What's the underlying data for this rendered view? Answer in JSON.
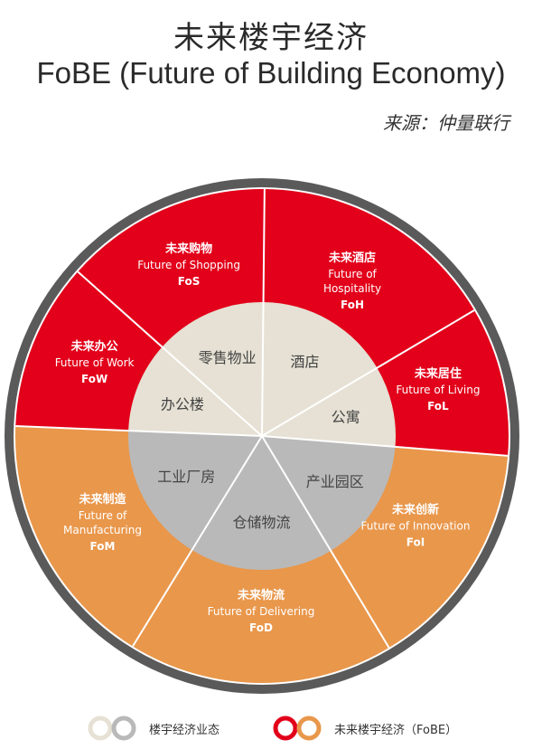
{
  "header": {
    "title_cn": "未来楼宇经济",
    "title_en": "FoBE (Future of Building Economy)",
    "source": "来源：仲量联行"
  },
  "outer_segments": [
    {
      "cn": "未来购物",
      "en": "Future of Shopping",
      "abbr": "FoS",
      "color": "#e2001a"
    },
    {
      "cn": "未来酒店",
      "en": "Future of Hospitality",
      "abbr": "FoH",
      "color": "#e2001a"
    },
    {
      "cn": "未来居住",
      "en": "Future of Living",
      "abbr": "FoL",
      "color": "#e2001a"
    },
    {
      "cn": "未来创新",
      "en": "Future of Innovation",
      "abbr": "FoI",
      "color": "#e9974b"
    },
    {
      "cn": "未来物流",
      "en": "Future of Delivering",
      "abbr": "FoD",
      "color": "#e9974b"
    },
    {
      "cn": "未来制造",
      "en": "Future of Manufacturing",
      "abbr": "FoM",
      "color": "#e9974b"
    },
    {
      "cn": "未来办公",
      "en": "Future of Work",
      "abbr": "FoW",
      "color": "#e2001a"
    }
  ],
  "inner_segments": [
    {
      "label": "零售物业",
      "color": "#e6e1d4"
    },
    {
      "label": "酒店",
      "color": "#e6e1d4"
    },
    {
      "label": "公寓",
      "color": "#e6e1d4"
    },
    {
      "label": "产业园区",
      "color": "#b9b9b9"
    },
    {
      "label": "仓储物流",
      "color": "#b9b9b9"
    },
    {
      "label": "工业厂房",
      "color": "#b9b9b9"
    },
    {
      "label": "办公楼",
      "color": "#e6e1d4"
    }
  ],
  "legend": {
    "current": "楼宇经济业态",
    "future": "未来楼宇经济（FoBE）"
  },
  "colors": {
    "red": "#e2001a",
    "orange": "#e9974b",
    "beige": "#e6e1d4",
    "gray": "#b9b9b9",
    "ring": "#5a5a5a"
  }
}
